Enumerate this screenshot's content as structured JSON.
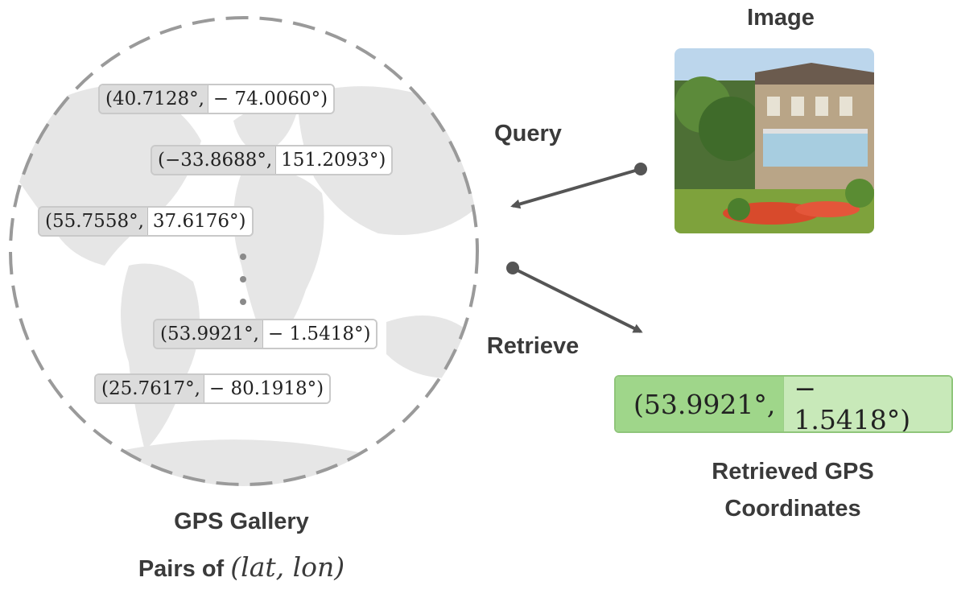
{
  "labels": {
    "image": "Image",
    "query": "Query",
    "retrieve": "Retrieve",
    "gallery_title": "GPS Gallery",
    "gallery_sub_prefix": "Pairs of",
    "gallery_sub_math": "(lat, lon)",
    "retrieved_line1": "Retrieved GPS",
    "retrieved_line2": "Coordinates"
  },
  "gallery": [
    {
      "lat": "(40.7128°,",
      "lon": "− 74.0060°)"
    },
    {
      "lat": "(−33.8688°,",
      "lon": "151.2093°)"
    },
    {
      "lat": "(55.7558°,",
      "lon": "37.6176°)"
    },
    {
      "lat": "(53.9921°,",
      "lon": "− 1.5418°)"
    },
    {
      "lat": "(25.7617°,",
      "lon": "− 80.1918°)"
    }
  ],
  "result": {
    "lat": "(53.9921°,",
    "lon": "− 1.5418°)"
  },
  "colors": {
    "circle_stroke": "#9a9a9a",
    "map_land": "#e6e6e6",
    "arrow": "#555555",
    "result_lat_bg": "#9fd68a",
    "result_lon_bg": "#c8e9b9"
  },
  "icons": {
    "photo": "town-street-photo",
    "world": "world-map"
  }
}
